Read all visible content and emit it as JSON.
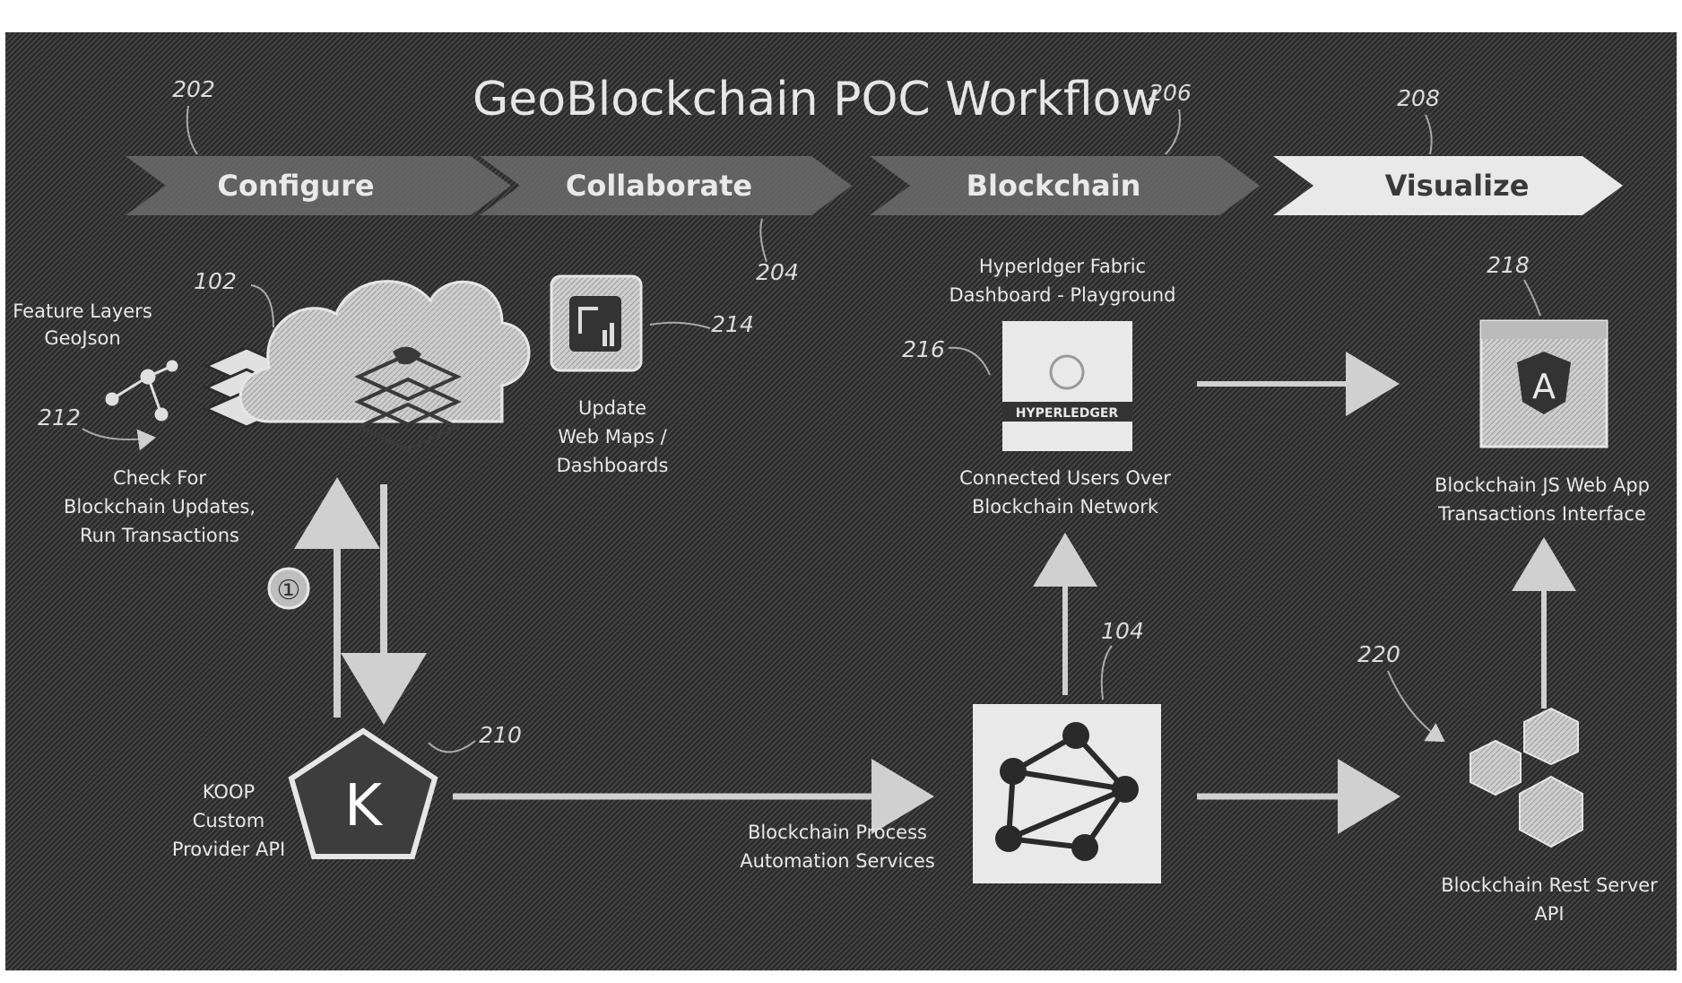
{
  "diagram": {
    "title": "GeoBlockchain POC Workflow",
    "steps": [
      {
        "label": "Configure",
        "ref": "202"
      },
      {
        "label": "Collaborate",
        "ref": "204"
      },
      {
        "label": "Blockchain",
        "ref": "206"
      },
      {
        "label": "Visualize",
        "ref": "208"
      }
    ],
    "nodes": {
      "feature_layers": {
        "lines": [
          "Feature Layers",
          "GeoJson"
        ]
      },
      "cloud": {
        "ref": "102"
      },
      "check_updates": {
        "lines": [
          "Check For",
          "Blockchain Updates,",
          "Run Transactions"
        ],
        "ref": "212"
      },
      "koop": {
        "letter": "K",
        "lines": [
          "KOOP",
          "Custom",
          "Provider API"
        ],
        "ref": "210"
      },
      "update_maps": {
        "lines": [
          "Update",
          "Web Maps /",
          "Dashboards"
        ],
        "ref": "214"
      },
      "hyperledger": {
        "lines_top": [
          "Hyperldger Fabric",
          "Dashboard - Playground"
        ],
        "badge": "HYPERLEDGER",
        "lines_bottom": [
          "Connected Users Over",
          "Blockchain Network"
        ],
        "ref": "216"
      },
      "bpa": {
        "lines": [
          "Blockchain Process",
          "Automation Services"
        ],
        "ref": "104"
      },
      "js_app": {
        "letter": "A",
        "lines": [
          "Blockchain JS Web App",
          "Transactions Interface"
        ],
        "ref": "218"
      },
      "rest_server": {
        "lines": [
          "Blockchain Rest Server",
          "API"
        ],
        "ref": "220"
      }
    },
    "step_marker": "①"
  },
  "colors": {
    "background": "#2b2b2b",
    "foreground": "#e6e6e6",
    "active_step": "#e9e9e9"
  }
}
